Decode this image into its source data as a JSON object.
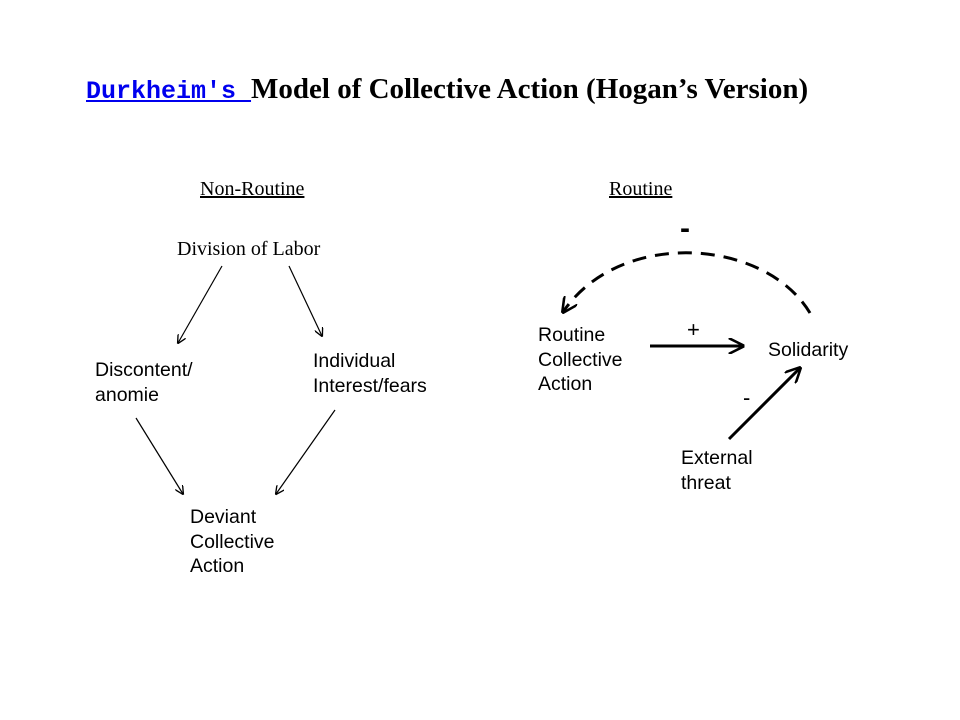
{
  "title": {
    "link_text": "Durkheim's ",
    "rest": "Model of Collective Action (Hogan’s Version)"
  },
  "non_routine": {
    "header": "Non-Routine",
    "division_of_labor": "Division of Labor",
    "discontent_line1": "Discontent/",
    "discontent_line2": "anomie",
    "individual_line1": "Individual",
    "individual_line2": "Interest/fears",
    "deviant_line1": "Deviant",
    "deviant_line2": "Collective",
    "deviant_line3": "Action"
  },
  "routine": {
    "header": "Routine",
    "minus_top": "-",
    "routine_line1": "Routine",
    "routine_line2": "Collective",
    "routine_line3": "Action",
    "plus_sign": "+",
    "solidarity": "Solidarity",
    "minus_sign": "-",
    "external_line1": "External",
    "external_line2": "threat"
  }
}
